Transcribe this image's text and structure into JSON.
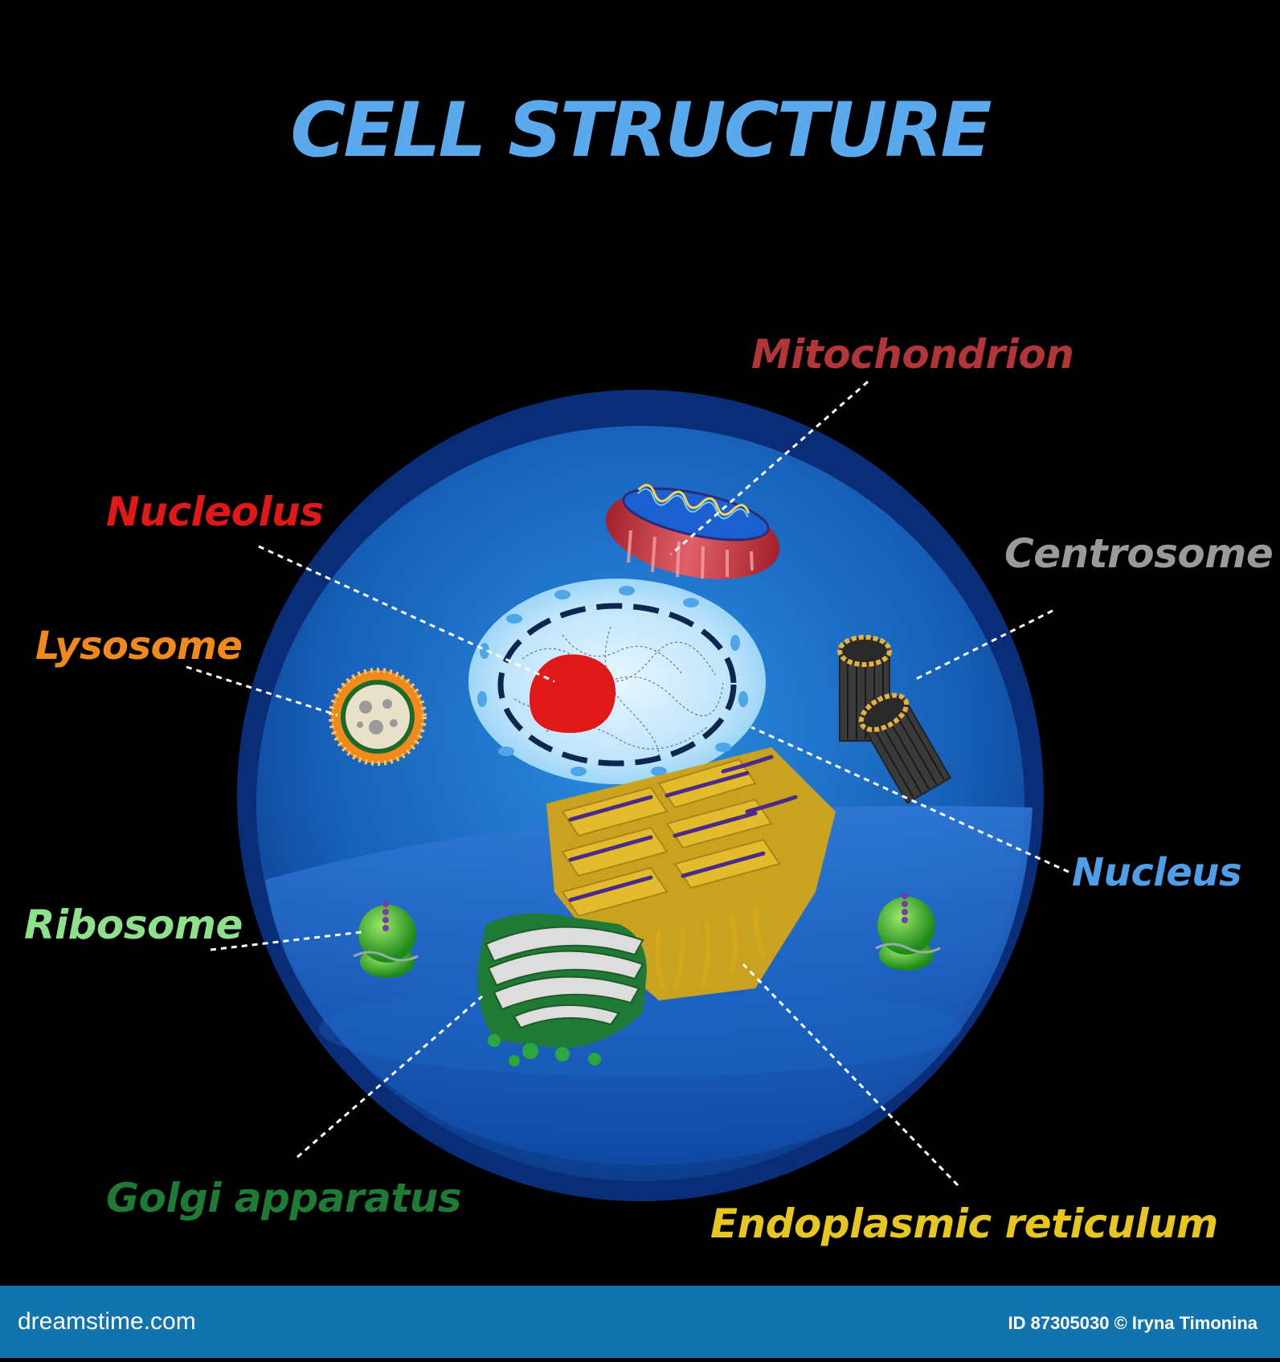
{
  "title": "CELL STRUCTURE",
  "labels": {
    "mitochondrion": "Mitochondrion",
    "nucleolus": "Nucleolus",
    "centrosome": "Centrosome",
    "lysosome": "Lysosome",
    "nucleus": "Nucleus",
    "ribosome": "Ribosome",
    "golgi": "Golgi apparatus",
    "er": "Endoplasmic reticulum"
  },
  "footer": {
    "site": "dreamstime.com",
    "credit": "ID 87305030 © Iryna Timonina"
  },
  "watermark": "dreamstime",
  "colors": {
    "background": "#000000",
    "title": "#5aa9ec",
    "mitochondrion": "#b2353a",
    "nucleolus": "#e01818",
    "centrosome": "#9a9a9a",
    "lysosome": "#f08a1c",
    "nucleus": "#4f9fe8",
    "ribosome": "#8fe08a",
    "golgi": "#1e7a35",
    "er": "#e8c620",
    "footer": "#1274ac"
  }
}
